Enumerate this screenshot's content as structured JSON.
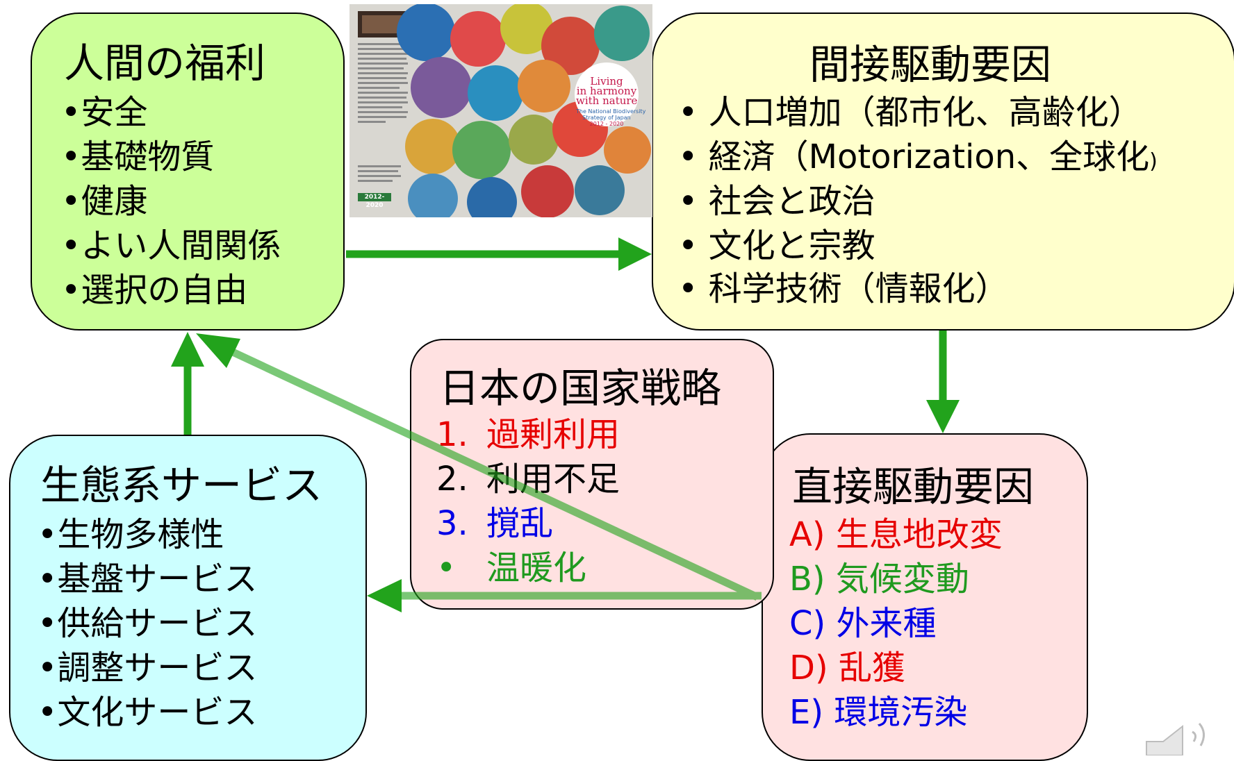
{
  "cover": {
    "title_lines": [
      "Living",
      "in harmony",
      "with nature"
    ],
    "subtitle_lines": [
      "The National Biodiversity",
      "Strategy of Japan",
      "2012 - 2020"
    ],
    "year_badge": "2012-2020"
  },
  "wellbeing": {
    "title": "人間の福利",
    "items": [
      "•安全",
      "•基礎物質",
      "•健康",
      "•よい人間関係",
      "•選択の自由"
    ]
  },
  "indirect": {
    "title": "間接駆動要因",
    "items": [
      "• 人口増加（都市化、高齢化）",
      "• 経済（Motorization、全球化",
      "• 社会と政治",
      "• 文化と宗教",
      "• 科学技術（情報化）"
    ],
    "item2_tail": ")"
  },
  "strategy": {
    "title": "日本の国家戦略",
    "items": [
      {
        "marker": "1.",
        "text": "過剰利用",
        "color": "#e60000"
      },
      {
        "marker": "2.",
        "text": "利用不足",
        "color": "#000000"
      },
      {
        "marker": "3.",
        "text": "撹乱",
        "color": "#0000e6"
      },
      {
        "marker": "•",
        "text": "温暖化",
        "color": "#1f9a1f"
      }
    ]
  },
  "ecosystem": {
    "title": "生態系サービス",
    "items": [
      "•生物多様性",
      "•基盤サービス",
      "•供給サービス",
      "•調整サービス",
      "•文化サービス"
    ]
  },
  "direct": {
    "title": "直接駆動要因",
    "items": [
      {
        "text": "A) 生息地改変",
        "color": "#e60000"
      },
      {
        "text": "B) 気候変動",
        "color": "#1f9a1f"
      },
      {
        "text": "C) 外来種",
        "color": "#0000e6"
      },
      {
        "text": "D) 乱獲",
        "color": "#e60000"
      },
      {
        "text": "E) 環境汚染",
        "color": "#0000e6"
      }
    ]
  },
  "colors": {
    "arrow": "#22a31c",
    "wellbeing_fill": "#ccff99",
    "indirect_fill": "#ffffcc",
    "strategy_fill": "#ffe1e1",
    "ecosystem_fill": "#ccffff",
    "direct_fill": "#ffe1e1"
  },
  "icons": {
    "speaker": "speaker-icon"
  }
}
